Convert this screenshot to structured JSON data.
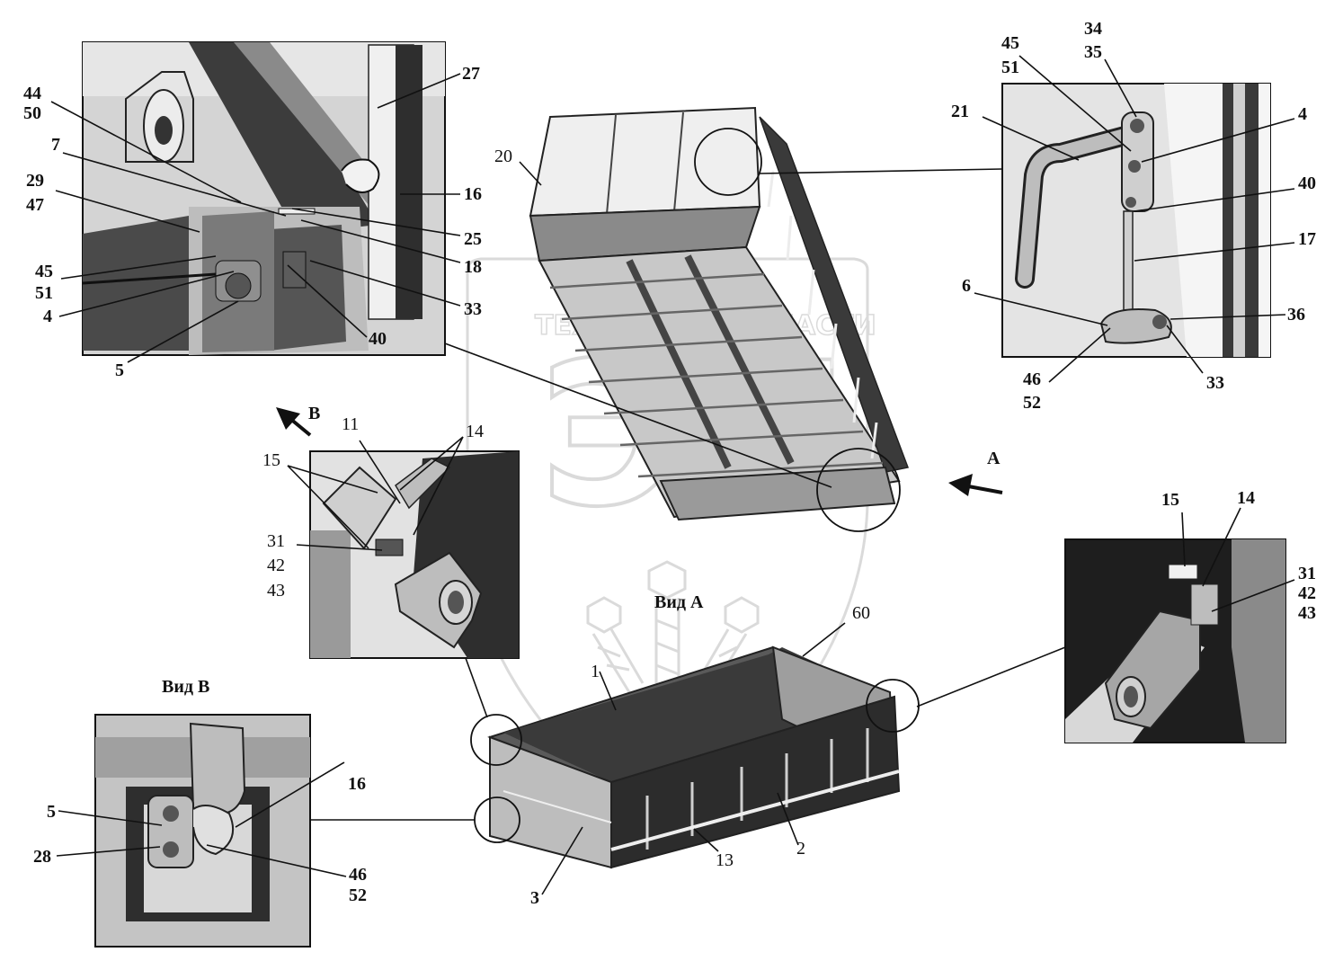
{
  "watermark": {
    "word_left": "ТЕХНИКА",
    "word_right": "ЗАПЧАСТИ",
    "logo_letters": "ЭП"
  },
  "views": {
    "view_a_title": "Вид А",
    "view_b_title": "Вид В",
    "arrow_a": "А",
    "arrow_b": "В"
  },
  "callouts": {
    "tl_44_50": [
      "44",
      "50"
    ],
    "tl_7": "7",
    "tl_29_47": [
      "29",
      "47"
    ],
    "tl_45_51": [
      "45",
      "51"
    ],
    "tl_4": "4",
    "tl_5": "5",
    "tl_40": "40",
    "tl_33": "33",
    "tl_18": "18",
    "tl_25": "25",
    "tl_16": "16",
    "tl_27": "27",
    "body_20": "20",
    "tr_45_51": [
      "45",
      "51"
    ],
    "tr_34_35": [
      "34",
      "35"
    ],
    "tr_21": "21",
    "tr_4": "4",
    "tr_40": "40",
    "tr_17": "17",
    "tr_6": "6",
    "tr_36": "36",
    "tr_46_52": [
      "46",
      "52"
    ],
    "tr_33": "33",
    "ml_11": "11",
    "ml_14": "14",
    "ml_15": "15",
    "ml_31_42_43": [
      "31",
      "42",
      "43"
    ],
    "mr_15": "15",
    "mr_14": "14",
    "mr_31_42_43": [
      "31",
      "42",
      "43"
    ],
    "bl_16": "16",
    "bl_5": "5",
    "bl_28": "28",
    "bl_46_52": [
      "46",
      "52"
    ],
    "bb_60": "60",
    "bb_1": "1",
    "bb_2": "2",
    "bb_13": "13",
    "bb_3": "3"
  },
  "colors": {
    "line": "#1a1a1a",
    "panel_light": "#d7d7d7",
    "panel_mid": "#a9a9a9",
    "panel_dark": "#3a3a3a",
    "watermark": "#bdbdbd"
  }
}
